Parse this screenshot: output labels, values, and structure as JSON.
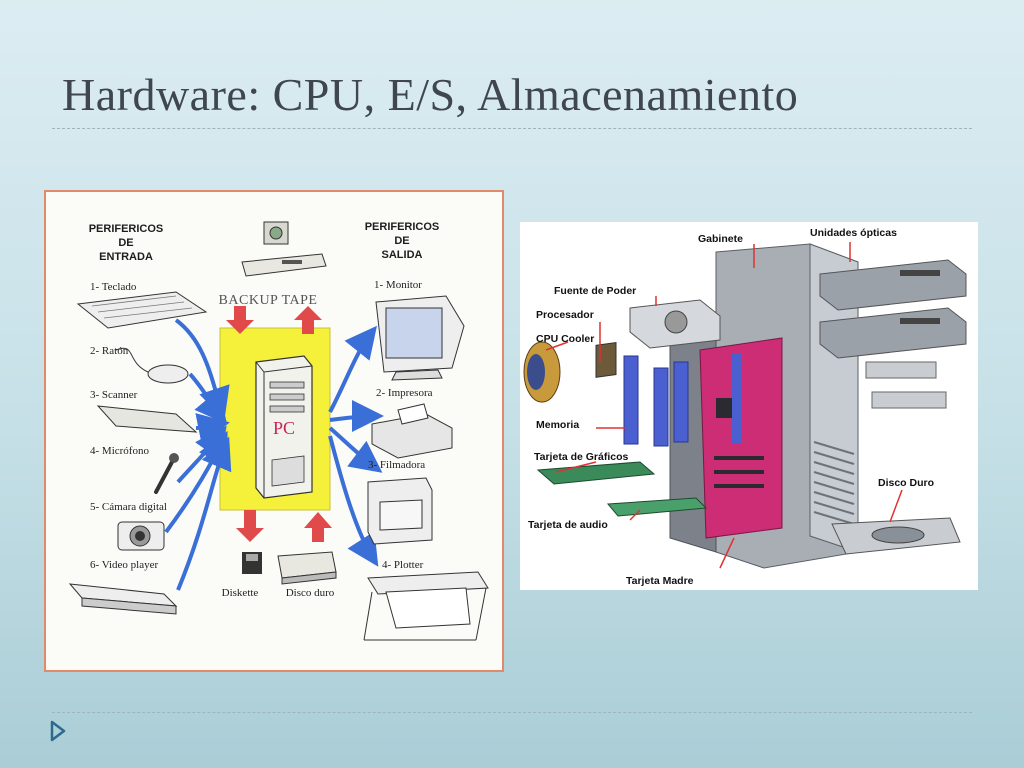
{
  "slide": {
    "title": "Hardware: CPU, E/S, Almacenamiento"
  },
  "left_diagram": {
    "input_heading": [
      "PERIFERICOS",
      "DE",
      "ENTRADA"
    ],
    "output_heading": [
      "PERIFERICOS",
      "DE",
      "SALIDA"
    ],
    "input_devices": [
      "1- Teclado",
      "2- Ratón",
      "3- Scanner",
      "4- Micrófono",
      "5- Cámara digital",
      "6- Video player"
    ],
    "output_devices": [
      "1- Monitor",
      "2- Impresora",
      "3- Filmadora",
      "4- Plotter"
    ],
    "backup_label": "BACKUP TAPE",
    "pc_label": "PC",
    "storage": [
      "Diskette",
      "Disco duro"
    ],
    "colors": {
      "arrow_blue": "#3b6fd8",
      "pc_box": "#f5f03a",
      "arrow_red": "#e04a4a",
      "border": "#e08a6a"
    }
  },
  "right_diagram": {
    "labels": {
      "gabinete": "Gabinete",
      "unidades_opticas": "Unidades ópticas",
      "fuente": "Fuente de Poder",
      "procesador": "Procesador",
      "cpu_cooler": "CPU Cooler",
      "memoria": "Memoria",
      "graficos": "Tarjeta de Gráficos",
      "audio": "Tarjeta de audio",
      "disco_duro": "Disco Duro",
      "madre": "Tarjeta Madre"
    },
    "colors": {
      "motherboard": "#cc2d74",
      "ram": "#4a5fd0",
      "case": "#9aa0a8",
      "pointer": "#d33"
    }
  },
  "icons": {
    "nav": "triangle-right-icon"
  }
}
